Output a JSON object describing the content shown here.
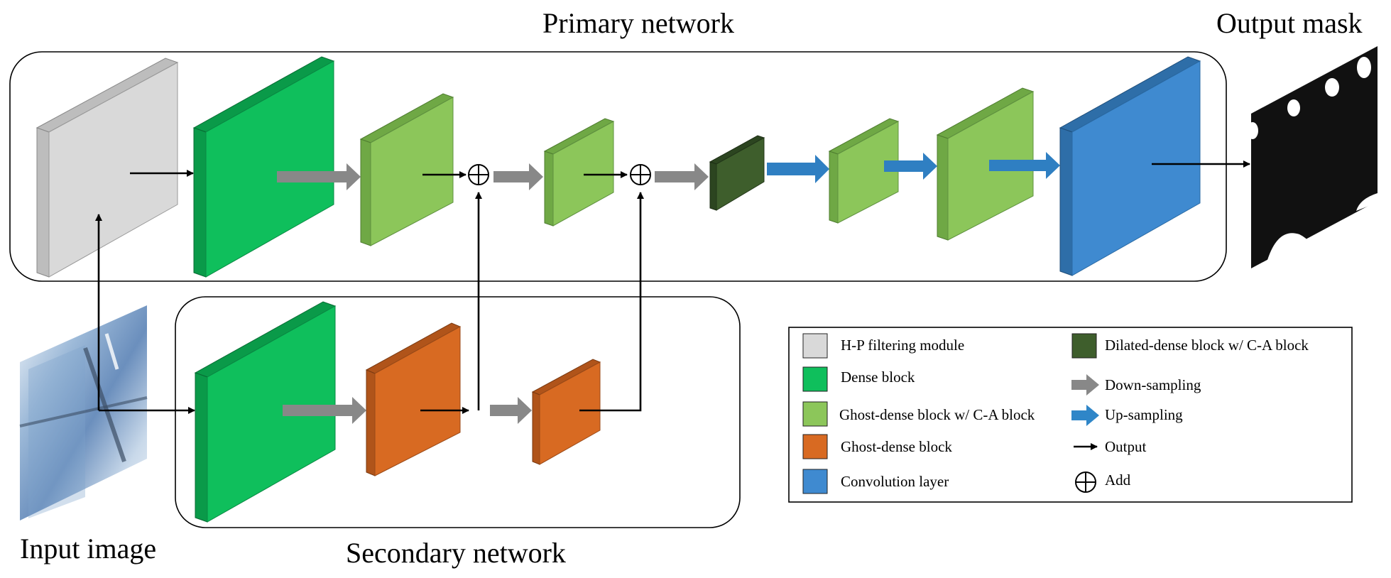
{
  "titles": {
    "primary": "Primary network",
    "secondary": "Secondary network",
    "input": "Input image",
    "output": "Output mask"
  },
  "legend": {
    "items": [
      {
        "label": "H-P filtering module",
        "color": "#d9d9d9",
        "icon": "gray-swatch"
      },
      {
        "label": "Dense block",
        "color": "#0fbf5c",
        "icon": "green-swatch"
      },
      {
        "label": "Ghost-dense block w/ C-A block",
        "color": "#8cc65a",
        "icon": "light-green-swatch"
      },
      {
        "label": "Ghost-dense block",
        "color": "#d86a22",
        "icon": "orange-swatch"
      },
      {
        "label": "Convolution layer",
        "color": "#3f8ad0",
        "icon": "blue-swatch"
      },
      {
        "label": "Dilated-dense block w/ C-A block",
        "color": "#3e5e2c",
        "icon": "dark-green-swatch"
      },
      {
        "label": "Down-sampling",
        "color": "#888888",
        "icon": "gray-arrow-icon"
      },
      {
        "label": "Up-sampling",
        "color": "#2f86c8",
        "icon": "blue-arrow-icon"
      },
      {
        "label": "Output",
        "color": "#000000",
        "icon": "black-arrow-icon"
      },
      {
        "label": "Add",
        "color": "#000000",
        "icon": "circle-plus-icon"
      }
    ]
  },
  "colors": {
    "hp": "#d9d9d9",
    "dense": "#0fbf5c",
    "ghost_ca": "#8cc65a",
    "ghost": "#d86a22",
    "conv": "#3f8ad0",
    "dilated": "#3e5e2c",
    "down": "#888888",
    "up": "#2f86c8"
  }
}
